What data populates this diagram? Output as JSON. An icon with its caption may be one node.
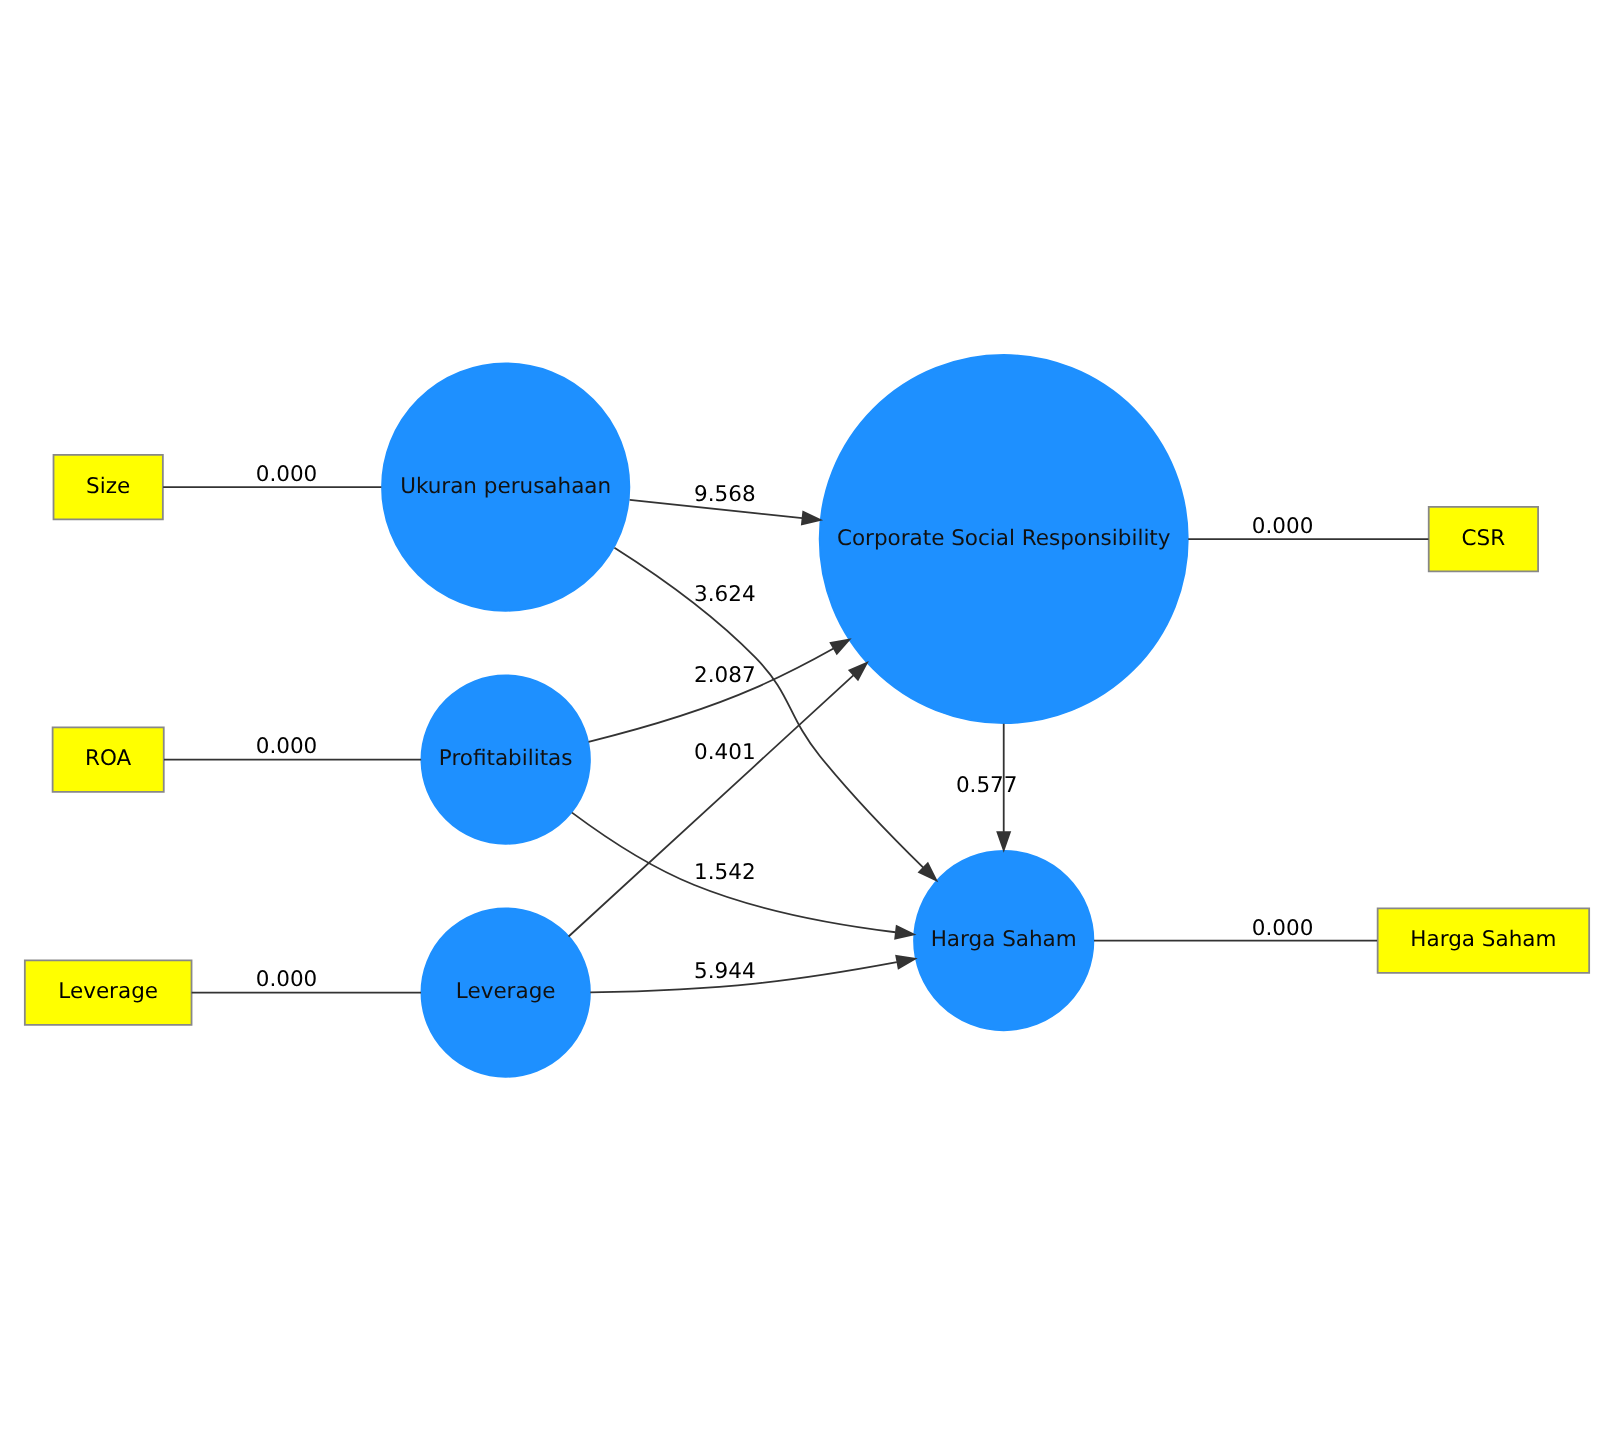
{
  "diagram": {
    "nodes": [
      {
        "text": [
          "ROA"
        ]
      },
      {
        "text": [
          "Profitabilitas"
        ]
      },
      {
        "text": [
          "Size"
        ]
      },
      {
        "text": [
          "Ukuran perusahaan"
        ]
      },
      {
        "text": [
          "Leverage"
        ]
      },
      {
        "text": [
          "Leverage"
        ]
      },
      {
        "text": [
          "CSR"
        ]
      },
      {
        "text": [
          "Corporate Social Responsibility"
        ]
      },
      {
        "text": [
          "Harga Saham"
        ]
      },
      {
        "text": [
          "Harga Saham"
        ]
      }
    ],
    "edges": [
      {
        "from": 1,
        "to": 0,
        "arrow": "none",
        "label": "0.000"
      },
      {
        "from": 3,
        "to": 2,
        "arrow": "none",
        "label": "0.000"
      },
      {
        "from": 5,
        "to": 4,
        "arrow": "none",
        "label": "0.000"
      },
      {
        "from": 7,
        "to": 6,
        "arrow": "none",
        "label": "0.000"
      },
      {
        "from": 8,
        "to": 9,
        "arrow": "none",
        "label": "0.000"
      },
      {
        "from": 1,
        "to": 7,
        "arrow": "to",
        "label": "2.087"
      },
      {
        "from": 3,
        "to": 7,
        "arrow": "to",
        "label": "9.568"
      },
      {
        "from": 1,
        "to": 8,
        "arrow": "to",
        "label": "1.542"
      },
      {
        "from": 5,
        "to": 7,
        "arrow": "to",
        "label": "0.401"
      },
      {
        "from": 3,
        "to": 8,
        "arrow": "to",
        "label": "3.624"
      },
      {
        "from": 5,
        "to": 8,
        "arrow": "to",
        "label": "5.944"
      },
      {
        "from": 7,
        "to": 8,
        "arrow": "to",
        "label": "0.577"
      }
    ]
  }
}
